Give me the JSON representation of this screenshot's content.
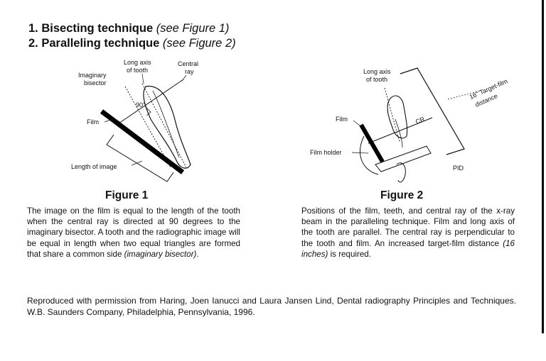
{
  "headings": {
    "h1_main": "1. Bisecting technique",
    "h1_ref": "(see Figure 1)",
    "h2_main": "2. Paralleling technique",
    "h2_ref": "(see Figure 2)"
  },
  "figure1": {
    "title": "Figure 1",
    "label_long_axis_1": "Long axis",
    "label_long_axis_2": "of tooth",
    "label_central_1": "Central",
    "label_central_2": "ray",
    "label_bisector_1": "Imaginary",
    "label_bisector_2": "bisector",
    "label_angle": "90°",
    "label_film": "Film",
    "label_length": "Length of image",
    "caption_a": "The image on the film is equal to the length of the tooth when the central ray is directed at 90 degrees to the imaginary bisector. A tooth and the radiographic image will be equal in length when two equal triangles are formed that share a common side ",
    "caption_b": "(imaginary bisector)",
    "caption_c": "."
  },
  "figure2": {
    "title": "Figure 2",
    "label_long_axis_1": "Long axis",
    "label_long_axis_2": "of tooth",
    "label_target_1": "16\" Target-film",
    "label_target_2": "distance",
    "label_cr": "CR",
    "label_film": "Film",
    "label_holder": "Film holder",
    "label_pid": "PID",
    "caption_a": "Positions of the film, teeth, and central ray of the x-ray beam in the paralleling technique. Film and long axis of the tooth are parallel. The central ray is perpendicular to the tooth and film. An increased target-film distance ",
    "caption_b": "(16 inches)",
    "caption_c": " is required."
  },
  "credit": "Reproduced with permission from Haring, Joen Ianucci and Laura Jansen Lind, Dental radiography Principles and Techniques. W.B. Saunders Company, Philadelphia, Pennsylvania, 1996."
}
